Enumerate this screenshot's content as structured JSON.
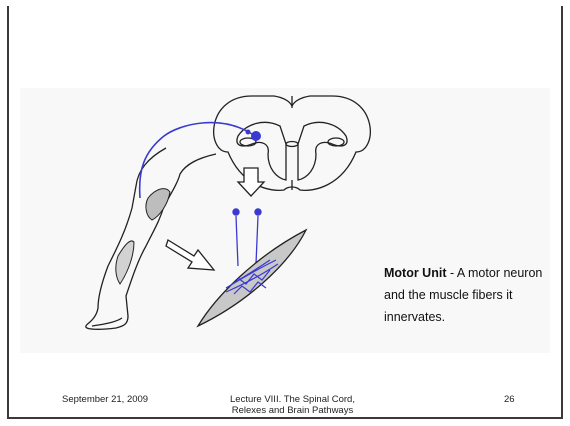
{
  "caption": {
    "term": "Motor Unit",
    "definition": " - A motor neuron and the muscle fibers it innervates."
  },
  "footer": {
    "date": "September 21, 2009",
    "title_line1": "Lecture VIII. The Spinal Cord,",
    "title_line2": "Relexes and Brain Pathways",
    "page_number": "26"
  },
  "colors": {
    "neuron": "#3a3ad0",
    "outline": "#222222",
    "muscle_fill": "#bdbdbd"
  },
  "figure": {
    "icons": [
      "spinal-cord-cross-section",
      "leg-outline",
      "down-arrow",
      "diagonal-arrow",
      "muscle-spindle"
    ]
  }
}
